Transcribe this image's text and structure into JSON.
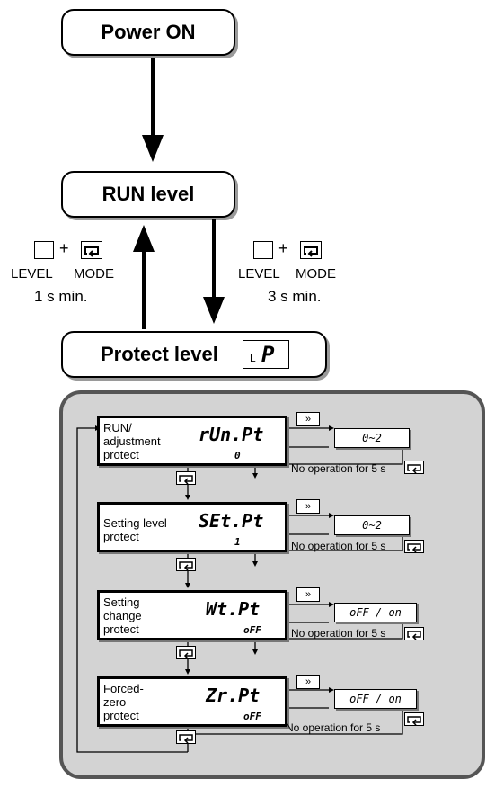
{
  "top": {
    "power_on": "Power ON",
    "run_level": "RUN level",
    "protect_level": "Protect level",
    "protect_display": "L P"
  },
  "keys": {
    "left": {
      "plus": "+",
      "level": "LEVEL",
      "mode": "MODE",
      "time": "1 s min."
    },
    "right": {
      "plus": "+",
      "level": "LEVEL",
      "mode": "MODE",
      "time": "3 s min."
    }
  },
  "panel": {
    "rows": [
      {
        "label": [
          "RUN/",
          "adjustment",
          "protect"
        ],
        "code": "rUn.Pt",
        "value": "0",
        "options": "0~2",
        "timeout": "No operation for 5 s"
      },
      {
        "label": [
          "Setting level",
          "protect"
        ],
        "code": "SEt.Pt",
        "value": "1",
        "options": "0~2",
        "timeout": "No operation for 5 s"
      },
      {
        "label": [
          "Setting",
          "change",
          "protect"
        ],
        "code": "Wt.Pt",
        "value": "oFF",
        "options": "oFF / on",
        "timeout": "No operation for 5 s"
      },
      {
        "label": [
          "Forced-",
          "zero",
          "protect"
        ],
        "code": "Zr.Pt",
        "value": "oFF",
        "options": "oFF / on",
        "timeout": "No operation for 5 s"
      }
    ],
    "shift_key": "»",
    "mode_key": "mode-icon"
  }
}
